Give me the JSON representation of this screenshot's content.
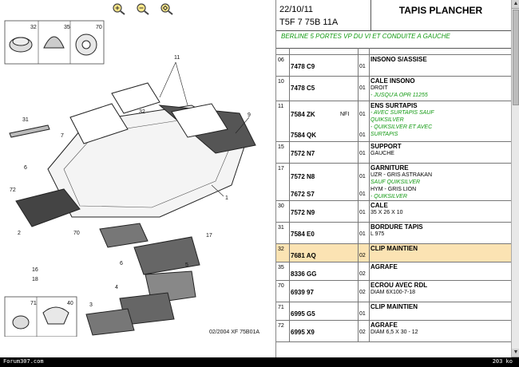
{
  "header": {
    "date": "22/10/11",
    "code": "T5F 7 75B 11A",
    "title": "TAPIS PLANCHER"
  },
  "subtitle": "BERLINE 5 PORTES VP DU VI ET CONDUITE A GAUCHE",
  "diagram": {
    "labels": [
      "32",
      "35",
      "70",
      "11",
      "32",
      "31",
      "9",
      "7",
      "6",
      "72",
      "1",
      "2",
      "70",
      "17",
      "16",
      "18",
      "5",
      "6",
      "4",
      "3",
      "71",
      "40"
    ],
    "reference": "02/2004   XF 75B01A"
  },
  "rows": [
    {
      "pos": "",
      "ref": "",
      "nfi": "",
      "qty": "",
      "l1": "",
      "l2": "",
      "green": []
    },
    {
      "pos": "06",
      "ref": "7478 C9",
      "nfi": "",
      "qty": "01",
      "l1": "INSONO S/ASSISE",
      "l2": "",
      "green": []
    },
    {
      "pos": "10",
      "ref": "7478 C5",
      "nfi": "",
      "qty": "01",
      "l1": "CALE INSONO",
      "l2": "DROIT",
      "green": [
        "- JUSQU'A OPR 11255"
      ]
    },
    {
      "pos": "11",
      "ref": "7584 ZK",
      "ref2": "7584 QK",
      "nfi": "NFI",
      "qty": "01",
      "qty2": "01",
      "l1": "ENS SURTAPIS",
      "l2": "",
      "green": [
        "- AVEC SURTAPIS SAUF",
        "QUIKSILVER",
        "- QUIKSILVER ET AVEC",
        "SURTAPIS"
      ]
    },
    {
      "pos": "15",
      "ref": "7572 N7",
      "nfi": "",
      "qty": "01",
      "l1": "SUPPORT",
      "l2": "GAUCHE",
      "green": []
    },
    {
      "pos": "17",
      "ref": "7572 N8",
      "ref2": "7672 S7",
      "nfi": "",
      "qty": "01",
      "qty2": "01",
      "l1": "GARNITURE",
      "l2": "UZR - GRIS ASTRAKAN",
      "l3": "HYM - GRIS LION",
      "green": [
        "SAUF QUIKSILVER",
        "- QUIKSILVER"
      ]
    },
    {
      "pos": "30",
      "ref": "7572 N9",
      "nfi": "",
      "qty": "01",
      "l1": "CALE",
      "l2": "35 X 26 X 10",
      "green": []
    },
    {
      "pos": "31",
      "ref": "7584 E0",
      "nfi": "",
      "qty": "01",
      "l1": "BORDURE TAPIS",
      "l2": "L 975",
      "green": []
    },
    {
      "pos": "32",
      "ref": "7681 AQ",
      "nfi": "",
      "qty": "02",
      "l1": "CLIP MAINTIEN",
      "l2": "",
      "green": [],
      "selected": true
    },
    {
      "pos": "35",
      "ref": "8336 GG",
      "nfi": "",
      "qty": "02",
      "l1": "AGRAFE",
      "l2": "",
      "green": []
    },
    {
      "pos": "70",
      "ref": "6939 97",
      "nfi": "",
      "qty": "02",
      "l1": "ECROU AVEC RDL",
      "l2": "DIAM 6X100-7-18",
      "green": []
    },
    {
      "pos": "71",
      "ref": "6995 G5",
      "nfi": "",
      "qty": "01",
      "l1": "CLIP MAINTIEN",
      "l2": "",
      "green": []
    },
    {
      "pos": "72",
      "ref": "6995 X9",
      "nfi": "",
      "qty": "02",
      "l1": "AGRAFE",
      "l2": "DIAM 6,5 X 30 - 12",
      "green": []
    }
  ],
  "footer": {
    "left": "Forum307.com",
    "right": "203 ko"
  }
}
